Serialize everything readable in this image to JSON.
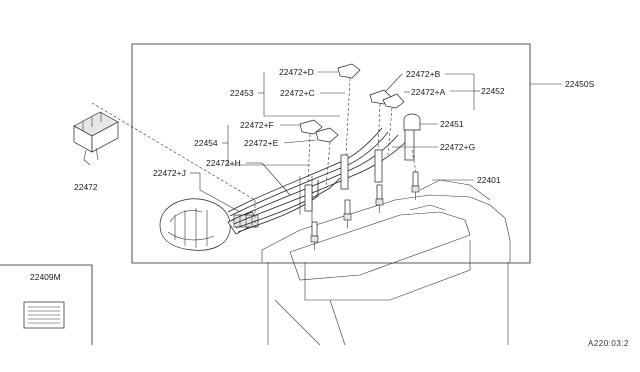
{
  "labels": {
    "p22450S": "22450S",
    "p22472D": "22472+D",
    "p22472B": "22472+B",
    "p22453": "22453",
    "p22472C": "22472+C",
    "p22472A": "22472+A",
    "p22452": "22452",
    "p22451": "22451",
    "p22472F": "22472+F",
    "p22454": "22454",
    "p22472E": "22472+E",
    "p22472G": "22472+G",
    "p22472H": "22472+H",
    "p22472J": "22472+J",
    "p22401": "22401",
    "p22472": "22472",
    "p22409M": "22409M"
  },
  "diagram_code": "A220:03:2"
}
